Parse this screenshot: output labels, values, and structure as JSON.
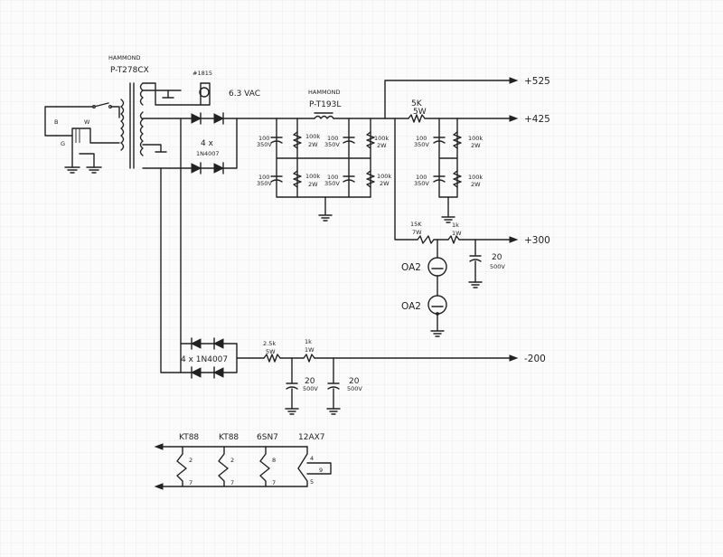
{
  "transformer_main": {
    "brand": "HAMMOND",
    "model": "P-T278CX"
  },
  "lamp": {
    "part": "#1815",
    "voltage": "6.3 VAC"
  },
  "choke": {
    "brand": "HAMMOND",
    "model": "P-T193L"
  },
  "rectifier_main": {
    "qty": "4 x",
    "part": "1N4007"
  },
  "rectifier_bias": {
    "label": "4 x 1N4007"
  },
  "outputs": [
    "+525",
    "+425",
    "+300",
    "-200"
  ],
  "caps_main": [
    {
      "value": "100",
      "voltage": "350V"
    },
    {
      "value": "100",
      "voltage": "350V"
    },
    {
      "value": "100",
      "voltage": "350V"
    },
    {
      "value": "100",
      "voltage": "350V"
    }
  ],
  "res_main": [
    {
      "value": "100k",
      "power": "2W"
    },
    {
      "value": "100k",
      "power": "2W"
    },
    {
      "value": "100k",
      "power": "2W"
    },
    {
      "value": "100k",
      "power": "2W"
    }
  ],
  "series_5k": {
    "value": "5K",
    "power": "5W"
  },
  "caps_425": [
    {
      "value": "100",
      "voltage": "350V"
    },
    {
      "value": "100",
      "voltage": "350V"
    }
  ],
  "res_425": [
    {
      "value": "100k",
      "power": "2W"
    },
    {
      "value": "100k",
      "power": "2W"
    }
  ],
  "reg_feed": {
    "value": "15K",
    "power": "7W"
  },
  "reg_series": {
    "value": "1k",
    "power": "1W"
  },
  "reg_cap": {
    "value": "20",
    "voltage": "500V"
  },
  "tubes_reg": [
    "OA2",
    "OA2"
  ],
  "bias_res1": {
    "value": "2.5k",
    "power": "5W"
  },
  "bias_res2": {
    "value": "1k",
    "power": "1W"
  },
  "bias_caps": [
    {
      "value": "20",
      "voltage": "500V"
    },
    {
      "value": "20",
      "voltage": "500V"
    }
  ],
  "switch_labels": {
    "b": "B",
    "w": "W",
    "g": "G"
  },
  "heater_tubes": [
    {
      "name": "KT88",
      "pin_top": "2",
      "pin_bottom": "7"
    },
    {
      "name": "KT88",
      "pin_top": "2",
      "pin_bottom": "7"
    },
    {
      "name": "6SN7",
      "pin_top": "8",
      "pin_bottom": "7"
    },
    {
      "name": "12AX7",
      "pin_top": "4",
      "pin_mid": "9",
      "pin_bottom": "5"
    }
  ]
}
